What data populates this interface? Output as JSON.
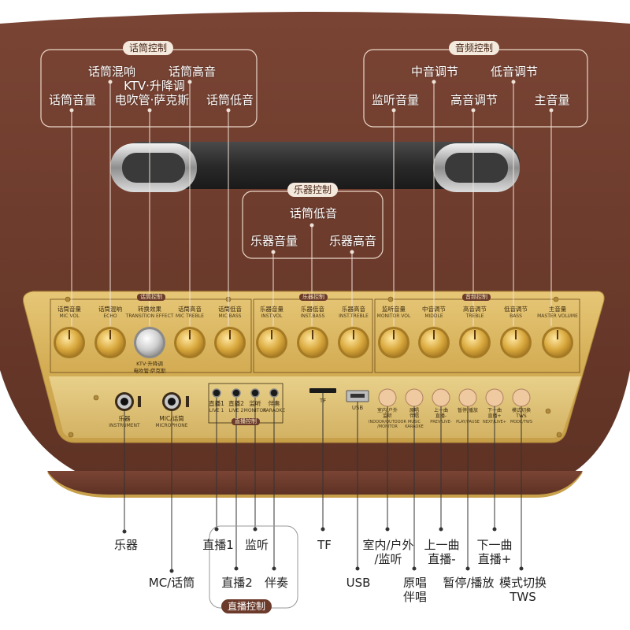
{
  "groups": {
    "mic_control": "话筒控制",
    "audio_control": "音频控制",
    "instrument_control": "乐器控制",
    "live_control": "直播控制"
  },
  "top_callouts": {
    "mic_echo": "话筒混响",
    "mic_treble": "话筒高音",
    "mic_volume": "话筒音量",
    "transition_line1": "KTV·升降调",
    "transition_line2": "电吹管·萨克斯",
    "mic_bass": "话筒低音",
    "mid_adjust": "中音调节",
    "bass_adjust": "低音调节",
    "monitor_volume": "监听音量",
    "treble_adjust": "高音调节",
    "master_volume": "主音量",
    "inst_bass": "话筒低音",
    "inst_volume": "乐器音量",
    "inst_treble": "乐器高音"
  },
  "panel": {
    "group_mic": "话筒控制",
    "group_inst": "乐器控制",
    "group_audio": "音频控制",
    "knobs": [
      {
        "cn": "话筒音量",
        "en": "MIC VOL"
      },
      {
        "cn": "话筒混响",
        "en": "ECHO"
      },
      {
        "cn": "转换效果",
        "en": "TRANSITION EFFECT"
      },
      {
        "cn": "话筒高音",
        "en": "MIC TREBLE"
      },
      {
        "cn": "话筒低音",
        "en": "MIC BASS"
      },
      {
        "cn": "乐器音量",
        "en": "INST.VOL"
      },
      {
        "cn": "乐器低音",
        "en": "INST.BASS"
      },
      {
        "cn": "乐器高音",
        "en": "INST.TREBLE"
      },
      {
        "cn": "监听音量",
        "en": "MONITOR VOL"
      },
      {
        "cn": "中音调节",
        "en": "MIDDLE"
      },
      {
        "cn": "高音调节",
        "en": "TREBLE"
      },
      {
        "cn": "低音调节",
        "en": "BASS"
      },
      {
        "cn": "主音量",
        "en": "MASTER VOLUME"
      }
    ],
    "transition_sub": "KTV·升降调\n电吹管·萨克斯",
    "jacks": [
      {
        "cn": "乐器",
        "en": "INSTRUMENT"
      },
      {
        "cn": "MIC/话筒",
        "en": "MICROPHONE"
      }
    ],
    "live_ports": [
      {
        "cn": "直播1",
        "en": "LIVE 1"
      },
      {
        "cn": "直播2",
        "en": "LIVE 2"
      },
      {
        "cn": "监听",
        "en": "MONITOR"
      },
      {
        "cn": "伴奏",
        "en": "KARAOKE"
      }
    ],
    "live_tag": "直播控制",
    "tf": "TF",
    "usb": "USB",
    "buttons": [
      {
        "cn": "室内/户外\n监听",
        "en": "INDOOR/OUTDOOR\n/MONITOR"
      },
      {
        "cn": "原唱\n伴唱",
        "en": "MUSIC\nKARAOKE"
      },
      {
        "cn": "上一曲\n直播-",
        "en": "PREV/LIVE-"
      },
      {
        "cn": "暂停/播放",
        "en": "PLAY/PAUSE"
      },
      {
        "cn": "下一曲\n直播+",
        "en": "NEXT/LIVE+"
      },
      {
        "cn": "模式切换\nTWS",
        "en": "MODE/TWS"
      }
    ]
  },
  "bottom_callouts": {
    "instrument": "乐器",
    "mic": "MC/话筒",
    "live1": "直播1",
    "monitor": "监听",
    "live2": "直播2",
    "karaoke": "伴奏",
    "tf": "TF",
    "usb": "USB",
    "indoor_outdoor": "室内/户外\n/监听",
    "original_backing": "原唱\n伴唱",
    "prev_live": "上一曲\n直播-",
    "play_pause": "暂停/播放",
    "next_live": "下一曲\n直播+",
    "mode_tws": "模式切换\nTWS"
  },
  "colors": {
    "leather": "#6b3a2a",
    "gold_panel": "#d9b45a",
    "knob_gold": "#e0b650",
    "knob_silver": "#d8d8d8"
  }
}
